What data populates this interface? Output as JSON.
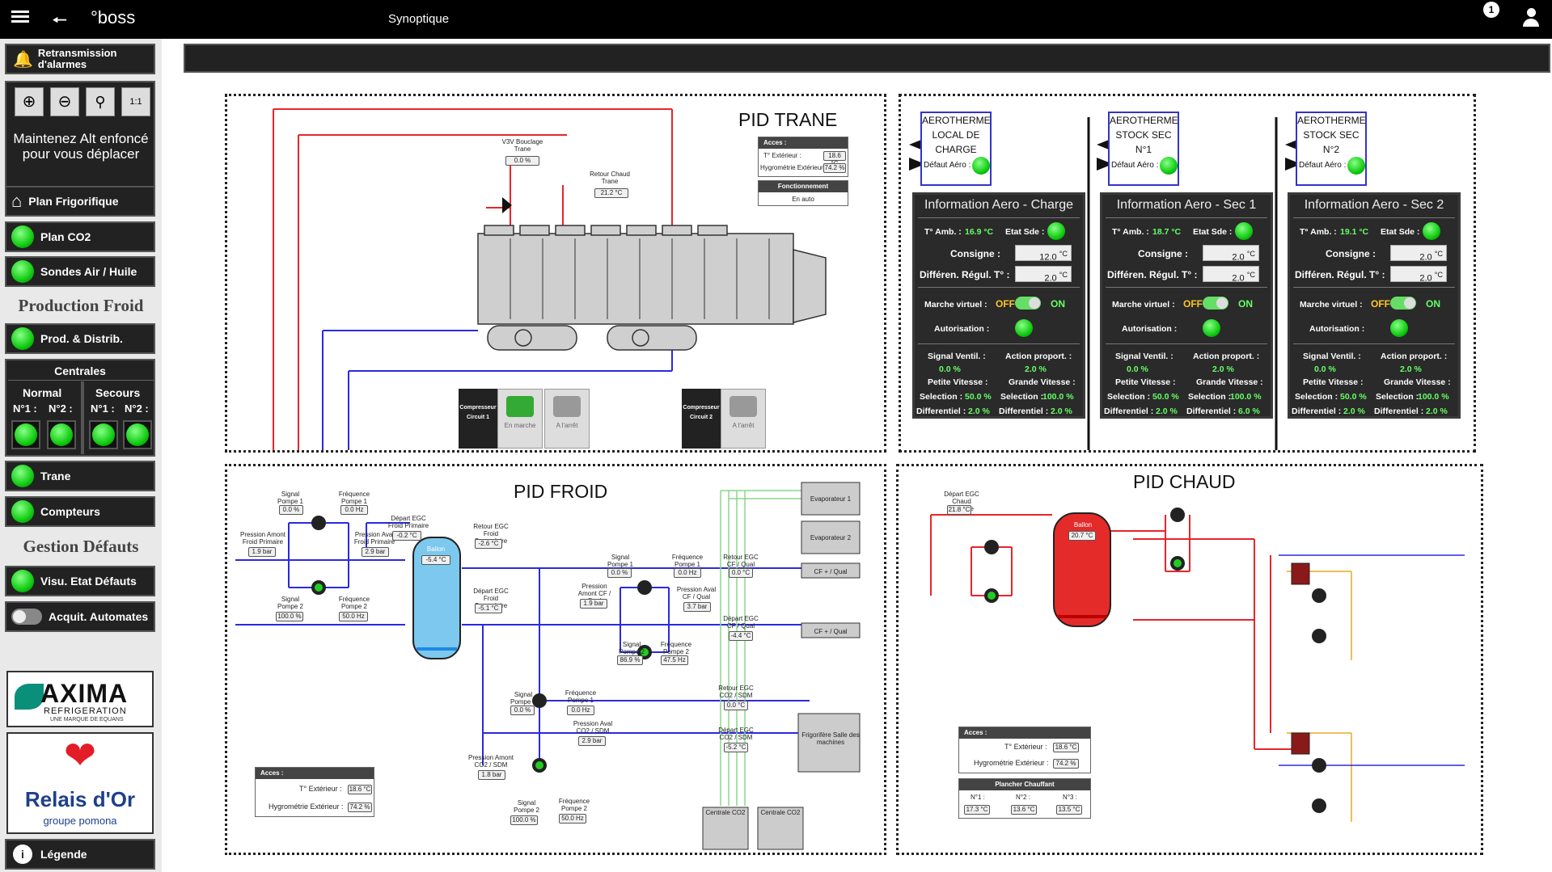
{
  "topbar": {
    "menu_icon": "menu-icon",
    "back_icon": "back-arrow-icon",
    "logo": "°boss",
    "title": "Synoptique",
    "notification_count": "1",
    "user_icon": "user-icon"
  },
  "sidebar": {
    "alarm_button": "Retransmission d'alarmes",
    "zoom_icons": [
      "zoom-in-icon",
      "zoom-out-icon",
      "zoom-fit-icon",
      "zoom-reset-icon"
    ],
    "zoom_hint": "Maintenez Alt enfoncé pour vous déplacer",
    "plan_frigorifique": "Plan Frigorifique",
    "plan_co2": "Plan CO2",
    "sondes": "Sondes Air / Huile",
    "production_froid": "Production Froid",
    "prod_distrib": "Prod. & Distrib.",
    "centrales": "Centrales",
    "normal": "Normal",
    "secours": "Secours",
    "n1": "N°1 :",
    "n2": "N°2 :",
    "trane": "Trane",
    "compteurs": "Compteurs",
    "gestion_defauts": "Gestion Défauts",
    "visu_etat": "Visu. Etat Défauts",
    "acquit": "Acquit. Automates",
    "axima": "AXIMA",
    "axima_sub": "REFRIGERATION",
    "axima_sub2": "UNE MARQUE DE EQUANS",
    "relais": "Relais d'Or",
    "relais_sub": "groupe pomona",
    "legende": "Légende"
  },
  "pid_trane": {
    "title": "PID TRANE",
    "v3v_label": "V3V Bouclage Trane",
    "v3v_value": "0.0 %",
    "retour_label": "Retour Chaud Trane",
    "retour_value": "21.2 °C",
    "acces": "Acces :",
    "t_ext_label": "T° Extérieur :",
    "t_ext_value": "18.6 °C",
    "hygro_label": "Hygrométrie Extérieur :",
    "hygro_value": "74.2 %",
    "fonct_label": "Fonctionnement",
    "fonct_value": "En auto",
    "comp1_label": "Compresseur Circuit 1",
    "comp1_state_a": "En marche",
    "comp1_state_b": "A l'arrêt",
    "comp2_label": "Compresseur Circuit 2",
    "comp2_state": "A l'arrêt"
  },
  "aero": [
    {
      "hdr": "AEROTHERME",
      "line1": "LOCAL DE",
      "line2": "CHARGE",
      "defaut": "Défaut Aéro :",
      "title": "Information Aero - Charge",
      "t_amb_label": "T° Amb. :",
      "t_amb": "16.9 °C",
      "etat_sde": "Etat Sde :",
      "consigne_label": "Consigne :",
      "consigne": "12.0",
      "differen_label": "Différen. Régul. T° :",
      "differen": "2.0",
      "marche_virtuel": "Marche virtuel :",
      "off": "OFF",
      "on": "ON",
      "autorisation": "Autorisation :",
      "signal_label": "Signal Ventil. :",
      "signal": "0.0 %",
      "action_label": "Action proport. :",
      "action": "2.0 %",
      "petite": "Petite Vitesse :",
      "grande": "Grande Vitesse :",
      "sel_pv_label": "Selection :",
      "sel_pv": "50.0 %",
      "sel_gv_label": "Selection :",
      "sel_gv": "100.0 %",
      "diff_pv_label": "Differentiel :",
      "diff_pv": "2.0 %",
      "diff_gv_label": "Differentiel :",
      "diff_gv": "2.0 %"
    },
    {
      "hdr": "AEROTHERME",
      "line1": "STOCK SEC",
      "line2": "N°1",
      "defaut": "Défaut Aéro :",
      "title": "Information Aero - Sec 1",
      "t_amb_label": "T° Amb. :",
      "t_amb": "18.7 °C",
      "etat_sde": "Etat Sde :",
      "consigne_label": "Consigne :",
      "consigne": "2.0",
      "differen_label": "Différen. Régul. T° :",
      "differen": "2.0",
      "marche_virtuel": "Marche virtuel :",
      "off": "OFF",
      "on": "ON",
      "autorisation": "Autorisation :",
      "signal_label": "Signal Ventil. :",
      "signal": "0.0 %",
      "action_label": "Action proport. :",
      "action": "2.0 %",
      "petite": "Petite Vitesse :",
      "grande": "Grande Vitesse :",
      "sel_pv_label": "Selection :",
      "sel_pv": "50.0 %",
      "sel_gv_label": "Selection :",
      "sel_gv": "100.0 %",
      "diff_pv_label": "Differentiel :",
      "diff_pv": "2.0 %",
      "diff_gv_label": "Differentiel :",
      "diff_gv": "6.0 %"
    },
    {
      "hdr": "AEROTHERME",
      "line1": "STOCK SEC",
      "line2": "N°2",
      "defaut": "Défaut Aéro :",
      "title": "Information Aero - Sec 2",
      "t_amb_label": "T° Amb. :",
      "t_amb": "19.1 °C",
      "etat_sde": "Etat Sde :",
      "consigne_label": "Consigne :",
      "consigne": "2.0",
      "differen_label": "Différen. Régul. T° :",
      "differen": "2.0",
      "marche_virtuel": "Marche virtuel :",
      "off": "OFF",
      "on": "ON",
      "autorisation": "Autorisation :",
      "signal_label": "Signal Ventil. :",
      "signal": "0.0 %",
      "action_label": "Action proport. :",
      "action": "2.0 %",
      "petite": "Petite Vitesse :",
      "grande": "Grande Vitesse :",
      "sel_pv_label": "Selection :",
      "sel_pv": "50.0 %",
      "sel_gv_label": "Selection :",
      "sel_gv": "100.0 %",
      "diff_pv_label": "Differentiel :",
      "diff_pv": "2.0 %",
      "diff_gv_label": "Differentiel :",
      "diff_gv": "2.0 %"
    }
  ],
  "unit_c": "°C",
  "pid_froid": {
    "title": "PID FROID",
    "sig_p1": "Signal Pompe 1",
    "sig_p1_v": "0.0 %",
    "freq_p1": "Fréquence Pompe 1",
    "freq_p1_v": "0.0 Hz",
    "sig_p2": "Signal Pompe 2",
    "sig_p2_v": "100.0 %",
    "freq_p2": "Fréquence Pompe 2",
    "freq_p2_v": "50.0 Hz",
    "pam_fp": "Pression Amont Froid Primaire",
    "pam_fp_v": "1.9 bar",
    "pav_fp": "Pression Aval Froid Primaire",
    "pav_fp_v": "2.9 bar",
    "dep_egc_fp": "Départ EGC Froid Primaire",
    "dep_egc_fp_v": "-0.2 °C",
    "ballon": "Ballon",
    "ballon_v": "-5.4 °C",
    "ret_egc_fs": "Retour EGC Froid Secondaire",
    "ret_egc_fs_v": "-2.6 °C",
    "dep_egc_fs": "Départ EGC Froid Secondaire",
    "dep_egc_fs_v": "-5.1 °C",
    "cf_sig_p1": "Signal Pompe 1",
    "cf_sig_p1_v": "0.0 %",
    "cf_freq_p1": "Fréquence Pompe 1",
    "cf_freq_p1_v": "0.0 Hz",
    "pam_cf": "Pression Amont CF / Qual",
    "pam_cf_v": "1.9 bar",
    "pav_cf": "Pression Aval CF / Qual",
    "pav_cf_v": "3.7 bar",
    "ret_egc_cf": "Retour EGC CF / Qual",
    "ret_egc_cf_v": "0.0 °C",
    "dep_egc_cf": "Départ EGC CF / Qual",
    "dep_egc_cf_v": "-4.4 °C",
    "cf_sig_p2": "Signal Pompe 2",
    "cf_sig_p2_v": "86.9 %",
    "cf_freq_p2": "Fréquence Pompe 2",
    "cf_freq_p2_v": "47.5 Hz",
    "evap1": "Evaporateur 1",
    "evap2": "Evaporateur 2",
    "cfq1": "CF + / Qual",
    "cfq2": "CF + / Qual",
    "sd_sig_p1": "Signal Pompe 1",
    "sd_sig_p1_v": "0.0 %",
    "sd_freq_p1": "Fréquence Pompe 1",
    "sd_freq_p1_v": "0.0 Hz",
    "pav_co2": "Pression Aval CO2 / SDM",
    "pav_co2_v": "2.9 bar",
    "ret_egc_co2": "Retour EGC CO2 / SDM",
    "ret_egc_co2_v": "0.0 °C",
    "dep_egc_co2": "Départ EGC CO2 / SDM",
    "dep_egc_co2_v": "-5.2 °C",
    "pam_co2": "Pression Amont CO2 / SDM",
    "pam_co2_v": "1.8 bar",
    "sd_sig_p2": "Signal Pompe 2",
    "sd_sig_p2_v": "100.0 %",
    "sd_freq_p2": "Fréquence Pompe 2",
    "sd_freq_p2_v": "50.0 Hz",
    "frigorifere": "Frigorifère Salle des machines",
    "centrale_co2_1": "Centrale CO2",
    "centrale_co2_2": "Centrale CO2",
    "acces": "Acces :",
    "t_ext_label": "T° Extérieur :",
    "t_ext_v": "18.6 °C",
    "hygro_label": "Hygrométrie Extérieur :",
    "hygro_v": "74.2 %"
  },
  "pid_chaud": {
    "title": "PID CHAUD",
    "dep_egc_cp": "Départ EGC Chaud Primaire",
    "dep_egc_cp_v": "21.8 °C",
    "ballon": "Ballon",
    "ballon_v": "20.7 °C",
    "acces": "Acces :",
    "t_ext_label": "T° Extérieur :",
    "t_ext_v": "18.6 °C",
    "hygro_label": "Hygrométrie Extérieur :",
    "hygro_v": "74.2 %",
    "plancher": "Plancher Chauffant",
    "n1": "N°1 :",
    "n1_v": "17.3 °C",
    "n2": "N°2 :",
    "n2_v": "13.6 °C",
    "n3": "N°3 :",
    "n3_v": "13.5 °C"
  },
  "colors": {
    "red_pipe": "#e8252a",
    "blue_pipe": "#2a2adf",
    "green_led": "#22cc22",
    "panel_dark": "#2a2a2a"
  }
}
